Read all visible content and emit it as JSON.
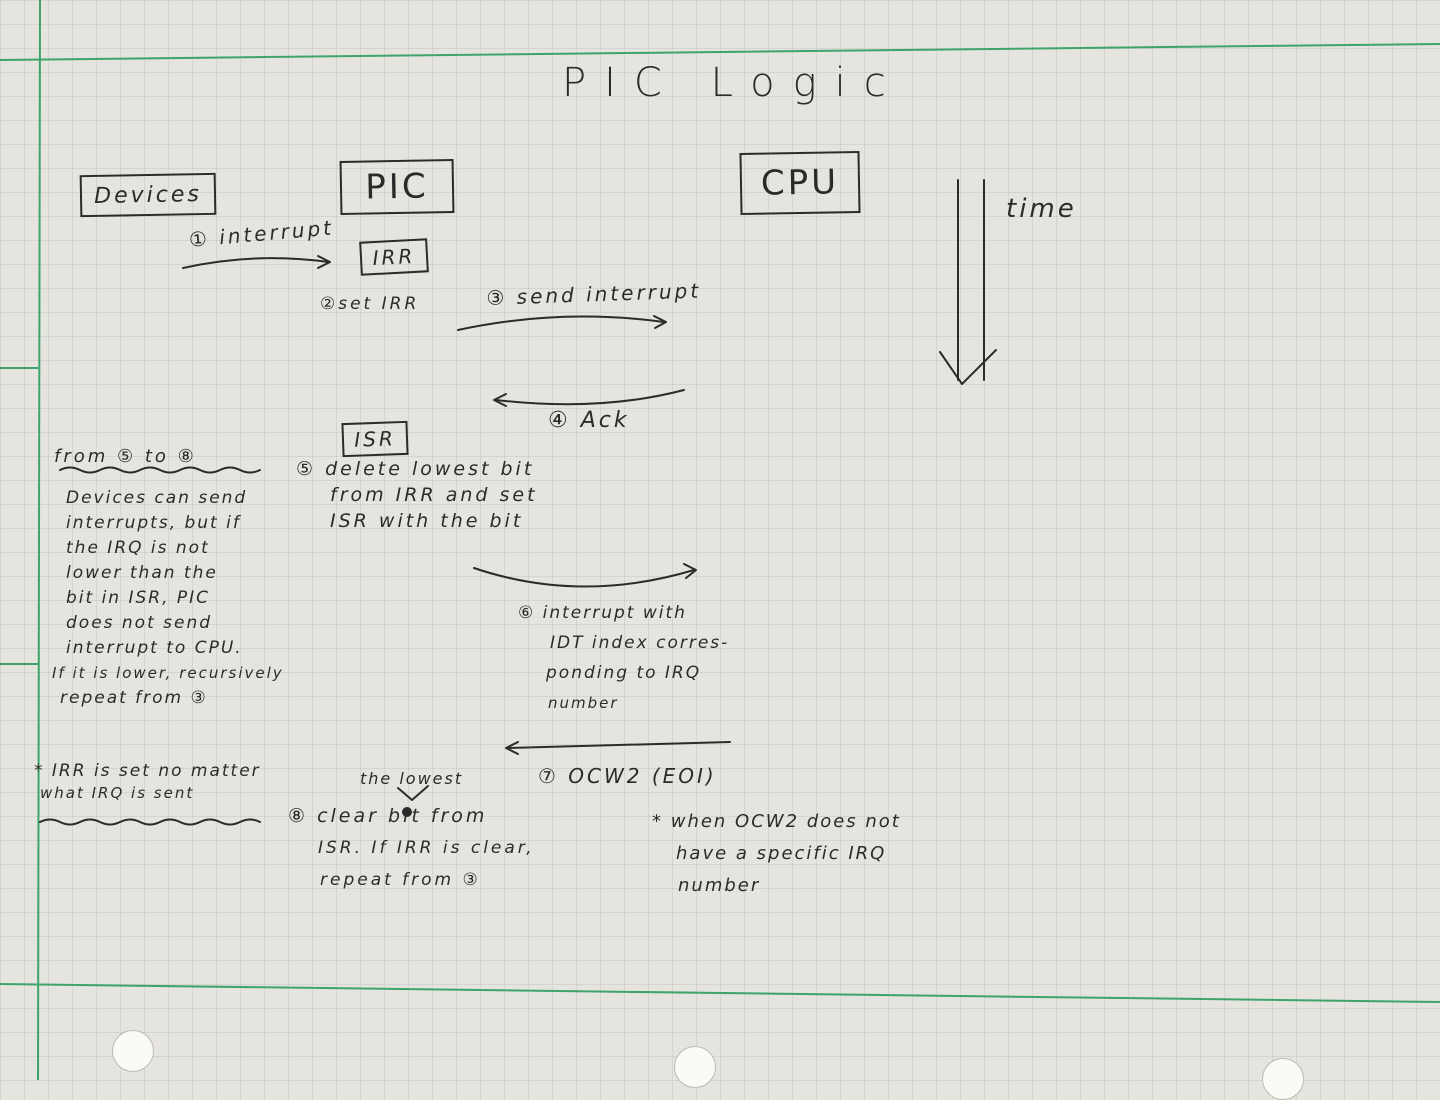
{
  "title": "PIC Logic",
  "nodes": {
    "devices": "Devices",
    "pic": "PIC",
    "cpu": "CPU",
    "irr": "IRR",
    "isr": "ISR"
  },
  "time_label": "time",
  "steps": {
    "s1": "① interrupt",
    "s2": "②set IRR",
    "s3": "③ send interrupt",
    "s4": "④ Ack",
    "s5": [
      "⑤ delete lowest bit",
      "from IRR and set",
      "ISR with the bit"
    ],
    "s6": [
      "⑥ interrupt with",
      "IDT index corres-",
      "ponding to IRQ",
      "number"
    ],
    "s7": "⑦ OCW2 (EOI)",
    "s8_insert": "the lowest",
    "s8": [
      "⑧ clear bit from",
      "ISR. If IRR is clear,",
      "repeat from ③"
    ]
  },
  "side_note": {
    "heading": "from ⑤ to ⑧",
    "lines": [
      "Devices can send",
      "interrupts, but if",
      "the IRQ is not",
      "lower than the",
      "bit in ISR, PIC",
      "does not send",
      "interrupt to CPU.",
      "If it is lower, recursively",
      "repeat from ③"
    ],
    "footnote": [
      "* IRR is set no matter",
      "what IRQ is sent"
    ]
  },
  "ocw2_note": [
    "* when OCW2 does not",
    "have a specific IRQ",
    "number"
  ]
}
